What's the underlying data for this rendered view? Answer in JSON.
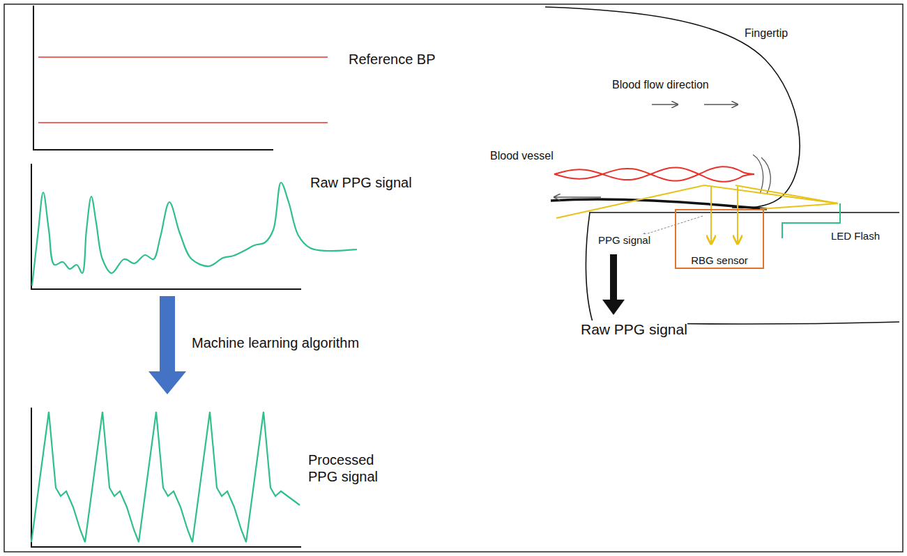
{
  "diagram": {
    "nodes": [
      {
        "text": [
          "RBG sensor"
        ]
      }
    ],
    "labels": [
      "Reference BP",
      "Raw PPG signal",
      "Machine learning algorithm",
      "Processed PPG signal",
      "Fingertip",
      "Blood flow direction",
      "Blood vessel",
      "PPG signal",
      "LED Flash",
      "Raw PPG signal"
    ]
  }
}
